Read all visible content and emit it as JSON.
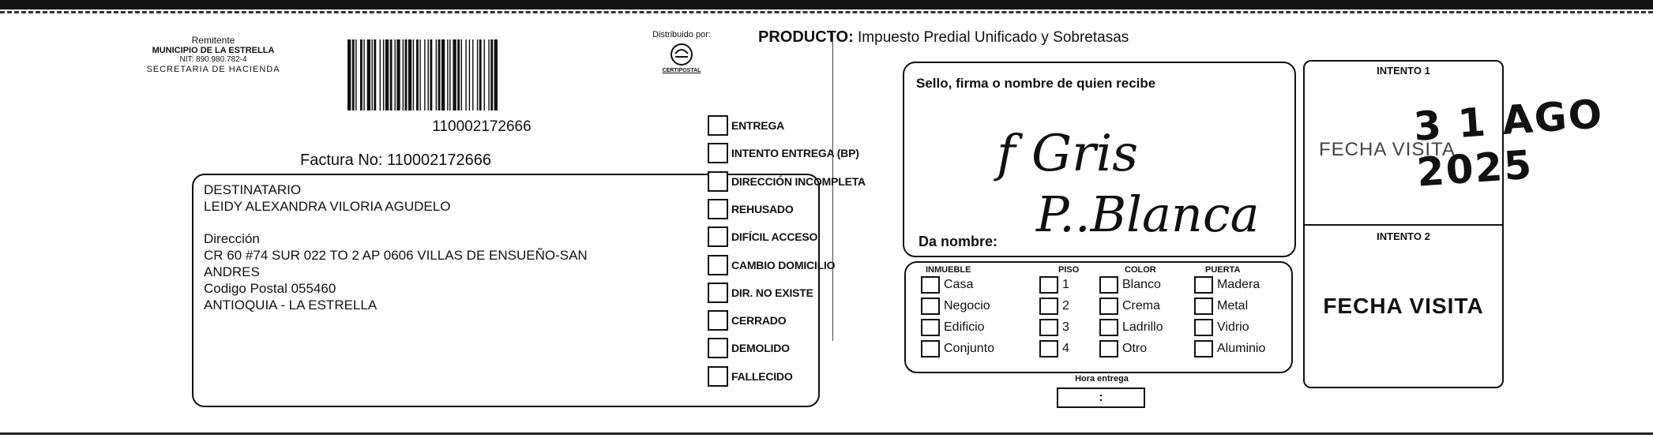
{
  "sender": {
    "heading": "Remitente",
    "name": "MUNICIPIO DE LA ESTRELLA",
    "nit": "NIT: 890.980.782-4",
    "department": "SECRETARIA DE HACIENDA"
  },
  "barcode": {
    "number": "110002172666"
  },
  "distributor": {
    "label": "Distribuido por:",
    "logo_text": "CERTIPOSTAL"
  },
  "product": {
    "label": "PRODUCTO:",
    "value": "Impuesto Predial Unificado y Sobretasas"
  },
  "invoice": {
    "label": "Factura No:",
    "number": "110002172666"
  },
  "recipient": {
    "heading": "DESTINATARIO",
    "name": "LEIDY ALEXANDRA VILORIA AGUDELO",
    "address_label": "Dirección",
    "address_line1": "CR 60  #74 SUR 022 TO 2 AP 0606 VILLAS DE ENSUEÑO-SAN",
    "address_line2": "ANDRES",
    "postal": "Codigo Postal  055460",
    "city": "ANTIOQUIA - LA ESTRELLA"
  },
  "delivery_options": [
    "ENTREGA",
    "INTENTO ENTREGA (BP)",
    "DIRECCIÓN INCOMPLETA",
    "REHUSADO",
    "DIFÍCIL ACCESO",
    "CAMBIO DOMICILIO",
    "DIR. NO EXISTE",
    "CERRADO",
    "DEMOLIDO",
    "FALLECIDO"
  ],
  "receiver": {
    "label": "Sello, firma o nombre de quien recibe",
    "signature": "f Gris",
    "name_label": "Da nombre:",
    "name_written": "P..Blanca"
  },
  "property": {
    "columns": [
      {
        "header": "INMUEBLE",
        "options": [
          "Casa",
          "Negocio",
          "Edificio",
          "Conjunto"
        ]
      },
      {
        "header": "PISO",
        "options": [
          "1",
          "2",
          "3",
          "4"
        ]
      },
      {
        "header": "COLOR",
        "options": [
          "Blanco",
          "Crema",
          "Ladrillo",
          "Otro"
        ]
      },
      {
        "header": "PUERTA",
        "options": [
          "Madera",
          "Metal",
          "Vidrio",
          "Aluminio"
        ]
      }
    ]
  },
  "delivery_time": {
    "label": "Hora entrega",
    "value": ":"
  },
  "attempts": {
    "first": {
      "title": "INTENTO 1",
      "label": "FECHA VISITA",
      "stamp": "3 1 AGO 2025"
    },
    "second": {
      "title": "INTENTO 2",
      "label": "FECHA VISITA"
    }
  }
}
